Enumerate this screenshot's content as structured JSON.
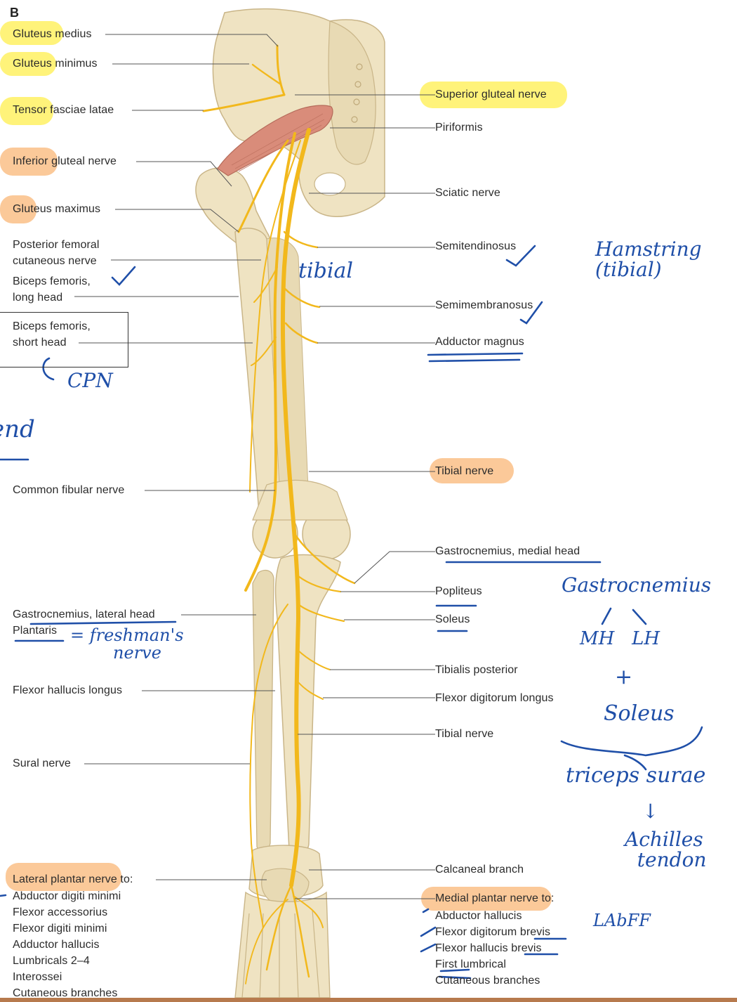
{
  "panel_letter": "B",
  "colors": {
    "bone": "#efe3c2",
    "bone_shadow": "#d9c79a",
    "nerve": "#f2b81c",
    "muscle": "#d98c7a",
    "leader": "#555555",
    "highlight_yellow": "#fff37a",
    "highlight_orange": "#fbc999",
    "handwriting": "#1f4fa8"
  },
  "left_labels": [
    {
      "id": "gluteus-medius",
      "text": "Gluteus medius"
    },
    {
      "id": "gluteus-minimus",
      "text": "Gluteus minimus"
    },
    {
      "id": "tensor-fasciae-latae",
      "text": "Tensor fasciae latae"
    },
    {
      "id": "inferior-gluteal-nerve",
      "text": "Inferior gluteal nerve"
    },
    {
      "id": "gluteus-maximus",
      "text": "Gluteus maximus"
    },
    {
      "id": "posterior-femoral-cutaneous-nerve",
      "text": "Posterior femoral\ncutaneous nerve"
    },
    {
      "id": "biceps-femoris-long-head",
      "text": "Biceps femoris,\nlong head"
    },
    {
      "id": "biceps-femoris-short-head",
      "text": "Biceps femoris,\nshort head"
    },
    {
      "id": "common-fibular-nerve",
      "text": "Common fibular nerve"
    },
    {
      "id": "gastrocnemius-lateral-head",
      "text": "Gastrocnemius, lateral head"
    },
    {
      "id": "plantaris",
      "text": "Plantaris"
    },
    {
      "id": "flexor-hallucis-longus",
      "text": "Flexor hallucis longus"
    },
    {
      "id": "sural-nerve",
      "text": "Sural nerve"
    },
    {
      "id": "lateral-plantar-nerve",
      "text": "Lateral plantar nerve to:"
    }
  ],
  "lateral_plantar_targets": "Abductor digiti minimi\nFlexor accessorius\nFlexor digiti minimi\nAdductor hallucis\nLumbricals 2–4\nInterossei\nCutaneous branches",
  "right_labels": [
    {
      "id": "superior-gluteal-nerve",
      "text": "Superior gluteal nerve"
    },
    {
      "id": "piriformis",
      "text": "Piriformis"
    },
    {
      "id": "sciatic-nerve",
      "text": "Sciatic nerve"
    },
    {
      "id": "semitendinosus",
      "text": "Semitendinosus"
    },
    {
      "id": "semimembranosus",
      "text": "Semimembranosus"
    },
    {
      "id": "adductor-magnus",
      "text": "Adductor magnus"
    },
    {
      "id": "tibial-nerve-upper",
      "text": "Tibial nerve"
    },
    {
      "id": "gastrocnemius-medial-head",
      "text": "Gastrocnemius, medial head"
    },
    {
      "id": "popliteus",
      "text": "Popliteus"
    },
    {
      "id": "soleus",
      "text": "Soleus"
    },
    {
      "id": "tibialis-posterior",
      "text": "Tibialis posterior"
    },
    {
      "id": "flexor-digitorum-longus",
      "text": "Flexor digitorum longus"
    },
    {
      "id": "tibial-nerve-lower",
      "text": "Tibial nerve"
    },
    {
      "id": "calcaneal-branch",
      "text": "Calcaneal branch"
    },
    {
      "id": "medial-plantar-nerve",
      "text": "Medial plantar nerve to:"
    }
  ],
  "medial_plantar_targets": "Abductor hallucis\nFlexor digitorum brevis\nFlexor hallucis brevis\nFirst lumbrical\nCutaneous branches",
  "handwritten_notes": {
    "tibial": "tibial",
    "hamstring": "Hamstring\n(tibial)",
    "cpn": "CPN",
    "end": "end",
    "freshmans_nerve": "= freshman's\n        nerve",
    "gastrocnemius": "Gastrocnemius",
    "mh_lh": "MH   LH",
    "plus": "+",
    "soleus": "Soleus",
    "triceps_surae": "triceps surae",
    "arrow_down": "↓",
    "achilles_tendon": "Achilles\n  tendon",
    "labff": "LAbFF"
  }
}
